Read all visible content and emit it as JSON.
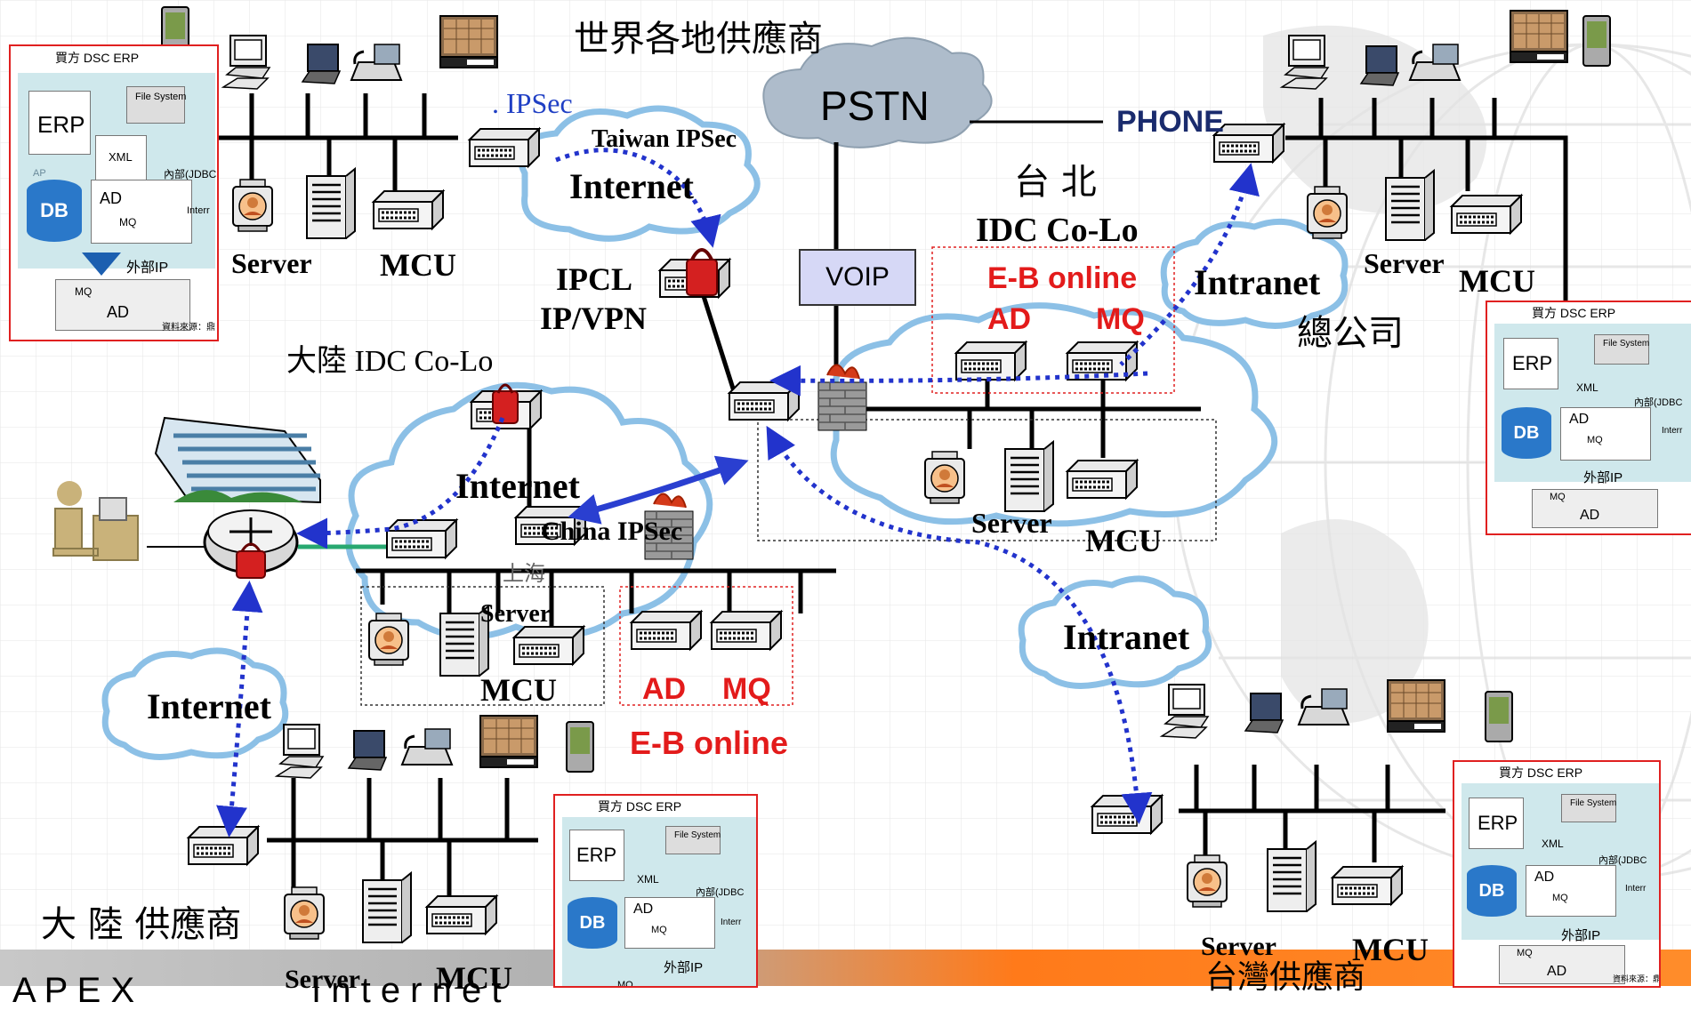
{
  "title_top": "世界各地供應商",
  "pstn": "PSTN",
  "phone": "PHONE",
  "ipsec_short": ". IPSec",
  "taiwan_ipsec": "Taiwan IPSec",
  "china_ipsec": "China IPSec",
  "internet": "Internet",
  "intranet": "Intranet",
  "ipcl": "IPCL",
  "ipvpn": "IP/VPN",
  "taipei": "台 北",
  "idc_colo": "IDC  Co-Lo",
  "mainland_idc": "大陸 IDC Co-Lo",
  "eb_online": "E-B online",
  "ad": "AD",
  "mq": "MQ",
  "voip": "VOIP",
  "server": "Server",
  "mcu": "MCU",
  "hq": "總公司",
  "shanghai": "上海",
  "mainland_supplier": "大 陸 供應商",
  "taiwan_supplier": "台灣供應商",
  "bottom_left_text": "A P E X",
  "bottom_center_text": "I n t e r n e t",
  "erp_panel": {
    "header": "買方 DSC ERP",
    "erp": "ERP",
    "file_system": "File System",
    "xml": "XML",
    "ap": "AP",
    "internal_jdbc": "內部(JDBC",
    "interr": "Interr",
    "ad": "AD",
    "mq": "MQ",
    "db": "DB",
    "external_ip": "外部IP",
    "source": "資料來源：鼎"
  },
  "colors": {
    "link_dotted": "#2233cc",
    "panel_border": "#e02020",
    "cloud_edge": "#7fb6e0",
    "pstn_cloud": "#a9b9c8",
    "red_label": "#e31b1b",
    "phone_label": "#1a2b6d"
  }
}
